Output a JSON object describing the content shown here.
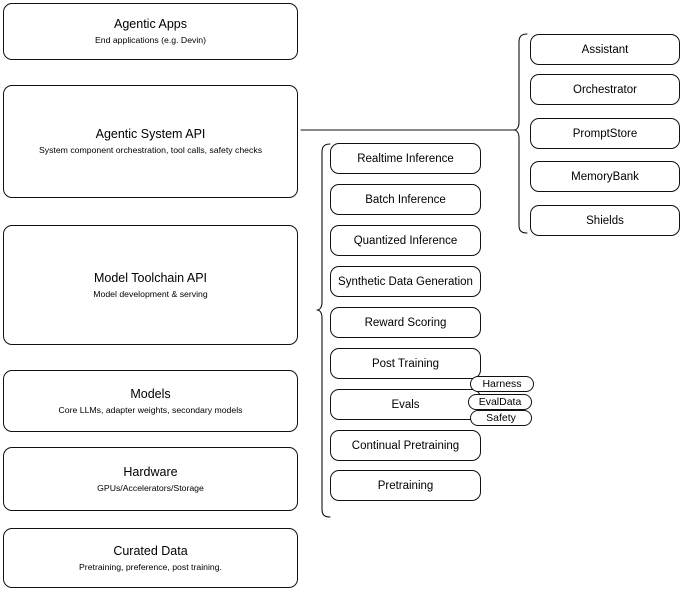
{
  "diagram": {
    "title": "Agentic stack layered architecture",
    "stroke_color": "#111111",
    "background_color": "#ffffff"
  },
  "layers": [
    {
      "id": "agentic-apps",
      "title": "Agentic Apps",
      "subtitle": "End applications (e.g. Devin)"
    },
    {
      "id": "agentic-system-api",
      "title": "Agentic System API",
      "subtitle": "System component orchestration, tool calls, safety checks"
    },
    {
      "id": "model-toolchain-api",
      "title": "Model Toolchain API",
      "subtitle": "Model development & serving"
    },
    {
      "id": "models",
      "title": "Models",
      "subtitle": "Core LLMs, adapter weights, secondary models"
    },
    {
      "id": "hardware",
      "title": "Hardware",
      "subtitle": "GPUs/Accelerators/Storage"
    },
    {
      "id": "curated-data",
      "title": "Curated Data",
      "subtitle": "Pretraining, preference, post training."
    }
  ],
  "toolchain_components": [
    {
      "id": "realtime-inference",
      "label": "Realtime Inference"
    },
    {
      "id": "batch-inference",
      "label": "Batch Inference"
    },
    {
      "id": "quantized-inference",
      "label": "Quantized Inference"
    },
    {
      "id": "synthetic-data-generation",
      "label": "Synthetic Data Generation"
    },
    {
      "id": "reward-scoring",
      "label": "Reward Scoring"
    },
    {
      "id": "post-training",
      "label": "Post Training"
    },
    {
      "id": "evals",
      "label": "Evals"
    },
    {
      "id": "continual-pretraining",
      "label": "Continual Pretraining"
    },
    {
      "id": "pretraining",
      "label": "Pretraining"
    }
  ],
  "eval_chips": [
    {
      "id": "harness",
      "label": "Harness"
    },
    {
      "id": "evaldata",
      "label": "EvalData"
    },
    {
      "id": "safety",
      "label": "Safety"
    }
  ],
  "system_components": [
    {
      "id": "assistant",
      "label": "Assistant"
    },
    {
      "id": "orchestrator",
      "label": "Orchestrator"
    },
    {
      "id": "promptstore",
      "label": "PromptStore"
    },
    {
      "id": "memorybank",
      "label": "MemoryBank"
    },
    {
      "id": "shields",
      "label": "Shields"
    }
  ]
}
